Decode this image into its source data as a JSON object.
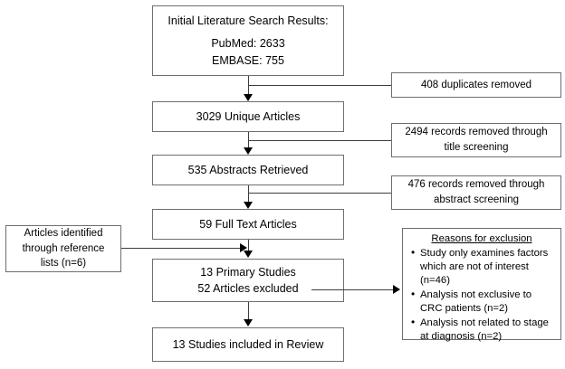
{
  "diagram": {
    "title": "PRISMA study selection flow diagram",
    "stroke_color": "#6e6e6e",
    "line_color": "#3d3d3d",
    "background": "#ffffff",
    "nodes": {
      "initial_search": {
        "line1": "Initial Literature Search Results:",
        "line2": "PubMed: 2633",
        "line3": "EMBASE: 755"
      },
      "unique_articles": {
        "label": "3029 Unique Articles"
      },
      "abstracts_retrieved": {
        "label": "535 Abstracts Retrieved"
      },
      "full_text_articles": {
        "label": "59 Full Text Articles"
      },
      "primary_studies": {
        "line1": "13 Primary Studies",
        "line2": "52 Articles excluded"
      },
      "studies_included": {
        "label": "13 Studies included in Review"
      },
      "reference_lists": {
        "line1": "Articles identified",
        "line2": "through reference",
        "line3": "lists (n=6)"
      },
      "duplicates_removed": {
        "label": "408 duplicates removed"
      },
      "title_screening": {
        "line1": "2494 records removed through",
        "line2": "title screening"
      },
      "abstract_screening": {
        "line1": "476 records removed through",
        "line2": "abstract screening"
      },
      "exclusion_reasons": {
        "title": "Reasons for exclusion",
        "items": [
          "Study only examines factors which are not of interest (n=46)",
          "Analysis not exclusive to CRC patients (n=2)",
          "Analysis not related to stage at diagnosis (n=2)"
        ]
      }
    }
  }
}
